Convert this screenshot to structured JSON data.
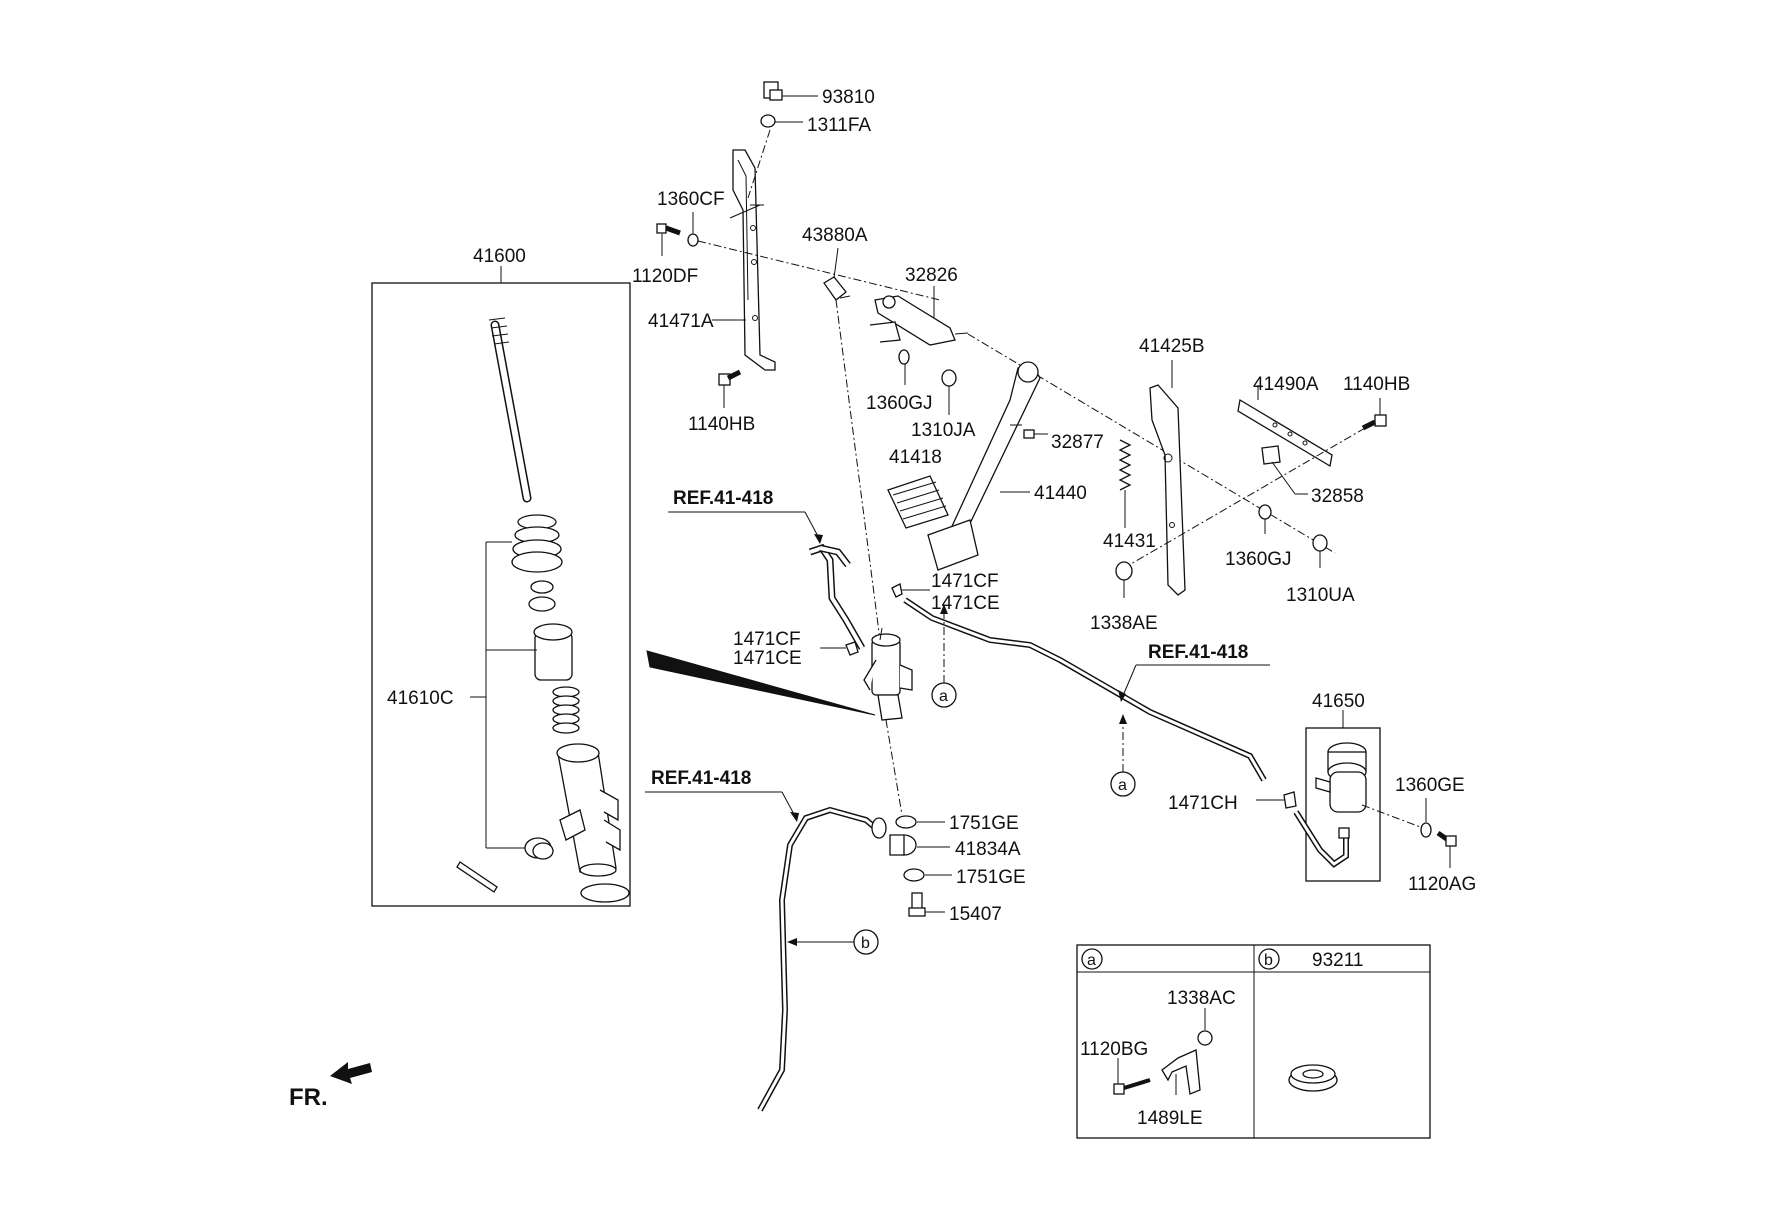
{
  "labels": {
    "p93810": "93810",
    "p1311FA": "1311FA",
    "p1360CF": "1360CF",
    "p1120DF": "1120DF",
    "p43880A": "43880A",
    "p41600": "41600",
    "p32826": "32826",
    "p41471A": "41471A",
    "p41425B": "41425B",
    "p41490A": "41490A",
    "p1140HB_top": "1140HB",
    "p1140HB_left": "1140HB",
    "p1360GJ_top": "1360GJ",
    "p1310JA": "1310JA",
    "p32877": "32877",
    "p41418": "41418",
    "p41440": "41440",
    "p32858": "32858",
    "p41431": "41431",
    "p1360GJ_right": "1360GJ",
    "p1310UA": "1310UA",
    "p1338AE": "1338AE",
    "p1471CF_top": "1471CF",
    "p1471CE_top": "1471CE",
    "p1471CF_left": "1471CF",
    "p1471CE_left": "1471CE",
    "p41610C": "41610C",
    "p41650": "41650",
    "p1360GE": "1360GE",
    "p1471CH": "1471CH",
    "p1120AG": "1120AG",
    "p1751GE_top": "1751GE",
    "p41834A": "41834A",
    "p1751GE_bottom": "1751GE",
    "p15407": "15407",
    "p93211": "93211",
    "p1338AC": "1338AC",
    "p1120BG": "1120BG",
    "p1489LE": "1489LE"
  },
  "refs": {
    "ref_top": "REF.41-418",
    "ref_right": "REF.41-418",
    "ref_bottom": "REF.41-418"
  },
  "markers": {
    "a": "a",
    "b": "b"
  },
  "inset": {
    "a_header": "a",
    "b_header": "b"
  },
  "orientation": "FR."
}
